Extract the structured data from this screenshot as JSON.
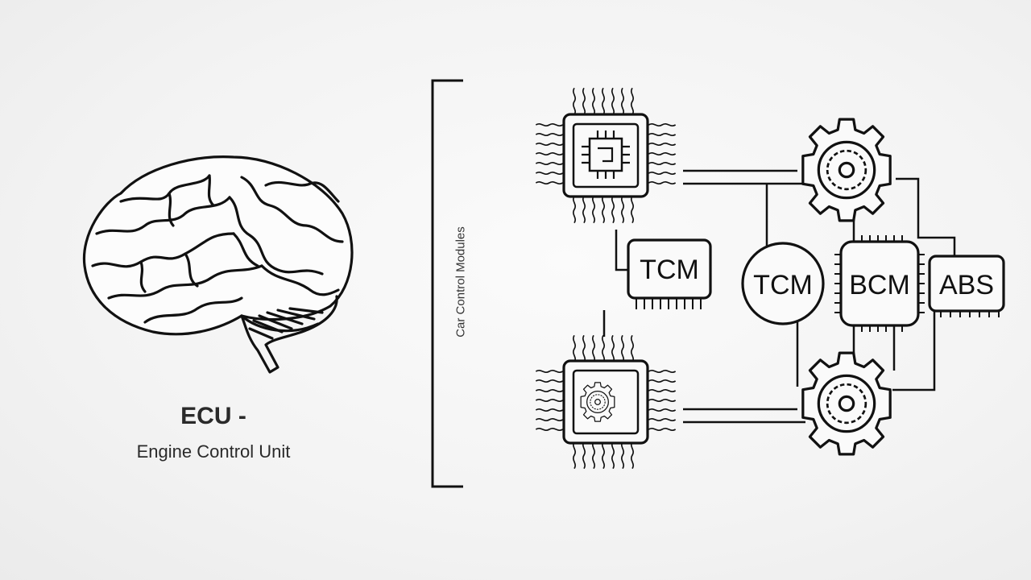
{
  "ecu": {
    "title": "ECU -",
    "subtitle": "Engine Control Unit"
  },
  "network_label": "Car Control Modules",
  "modules": {
    "tcm_box": "TCM",
    "tcm_circle": "TCM",
    "bcm": "BCM",
    "abs": "ABS"
  },
  "icons": [
    "brain-icon",
    "microchip-icon",
    "gear-icon"
  ],
  "colors": {
    "line": "#111111",
    "background": "#f3f3f3"
  }
}
